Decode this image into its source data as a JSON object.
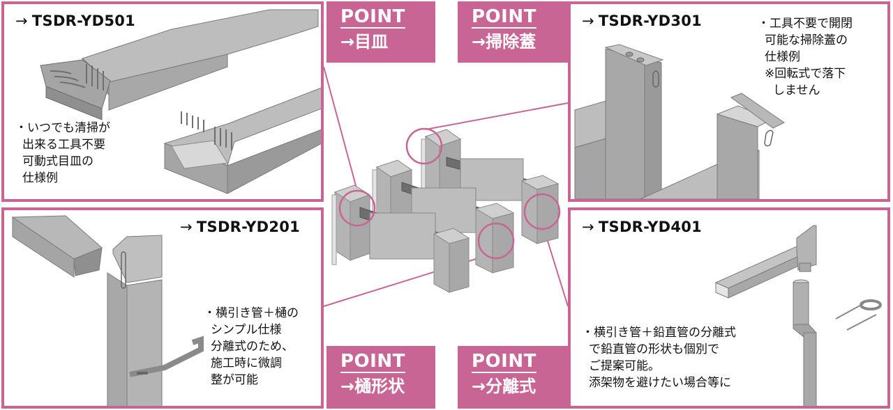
{
  "panels": {
    "top_left": {
      "model": "TSDR-YD501",
      "arrow": "→",
      "description": [
        "・いつでも清掃が",
        "出来る工具不要",
        "可動式目皿の",
        "仕様例"
      ],
      "drawing": "movable-grate-drawing"
    },
    "top_right": {
      "model": "TSDR-YD301",
      "arrow": "→",
      "description": [
        "・工具不要で開閉",
        "可能な掃除蓋の",
        "仕様例",
        "※回転式で落下",
        "しません"
      ],
      "drawing": "cleaning-lid-drawing"
    },
    "bottom_left": {
      "model": "TSDR-YD201",
      "arrow": "→",
      "description": [
        "・横引き管＋樋の",
        "シンプル仕様",
        "分離式のため、",
        "施工時に微調",
        "整が可能"
      ],
      "drawing": "gutter-shape-drawing"
    },
    "bottom_right": {
      "model": "TSDR-YD401",
      "arrow": "→",
      "description": [
        "・横引き管＋鉛直管の分離式",
        "で鉛直管の形状も個別で",
        "ご提案可能。",
        "添架物を避けたい場合等に"
      ],
      "drawing": "separated-pipe-drawing"
    }
  },
  "points": {
    "top_left": {
      "head": "POINT",
      "sub": "→目皿"
    },
    "top_right": {
      "head": "POINT",
      "sub": "→掃除蓋"
    },
    "bottom_left": {
      "head": "POINT",
      "sub": "→樋形状"
    },
    "bottom_right": {
      "head": "POINT",
      "sub": "→分離式"
    }
  },
  "center": {
    "drawing": "drainage-unit-assembly",
    "callouts": [
      "movable-grate",
      "cleaning-lid",
      "gutter-shape",
      "separated-type"
    ]
  },
  "colors": {
    "accent": "#c86595",
    "metal_light": "#c8c8c8",
    "metal_mid": "#a8a8a8",
    "metal_dark": "#6e6e6e",
    "text": "#111111",
    "point_text": "#ffffff"
  }
}
